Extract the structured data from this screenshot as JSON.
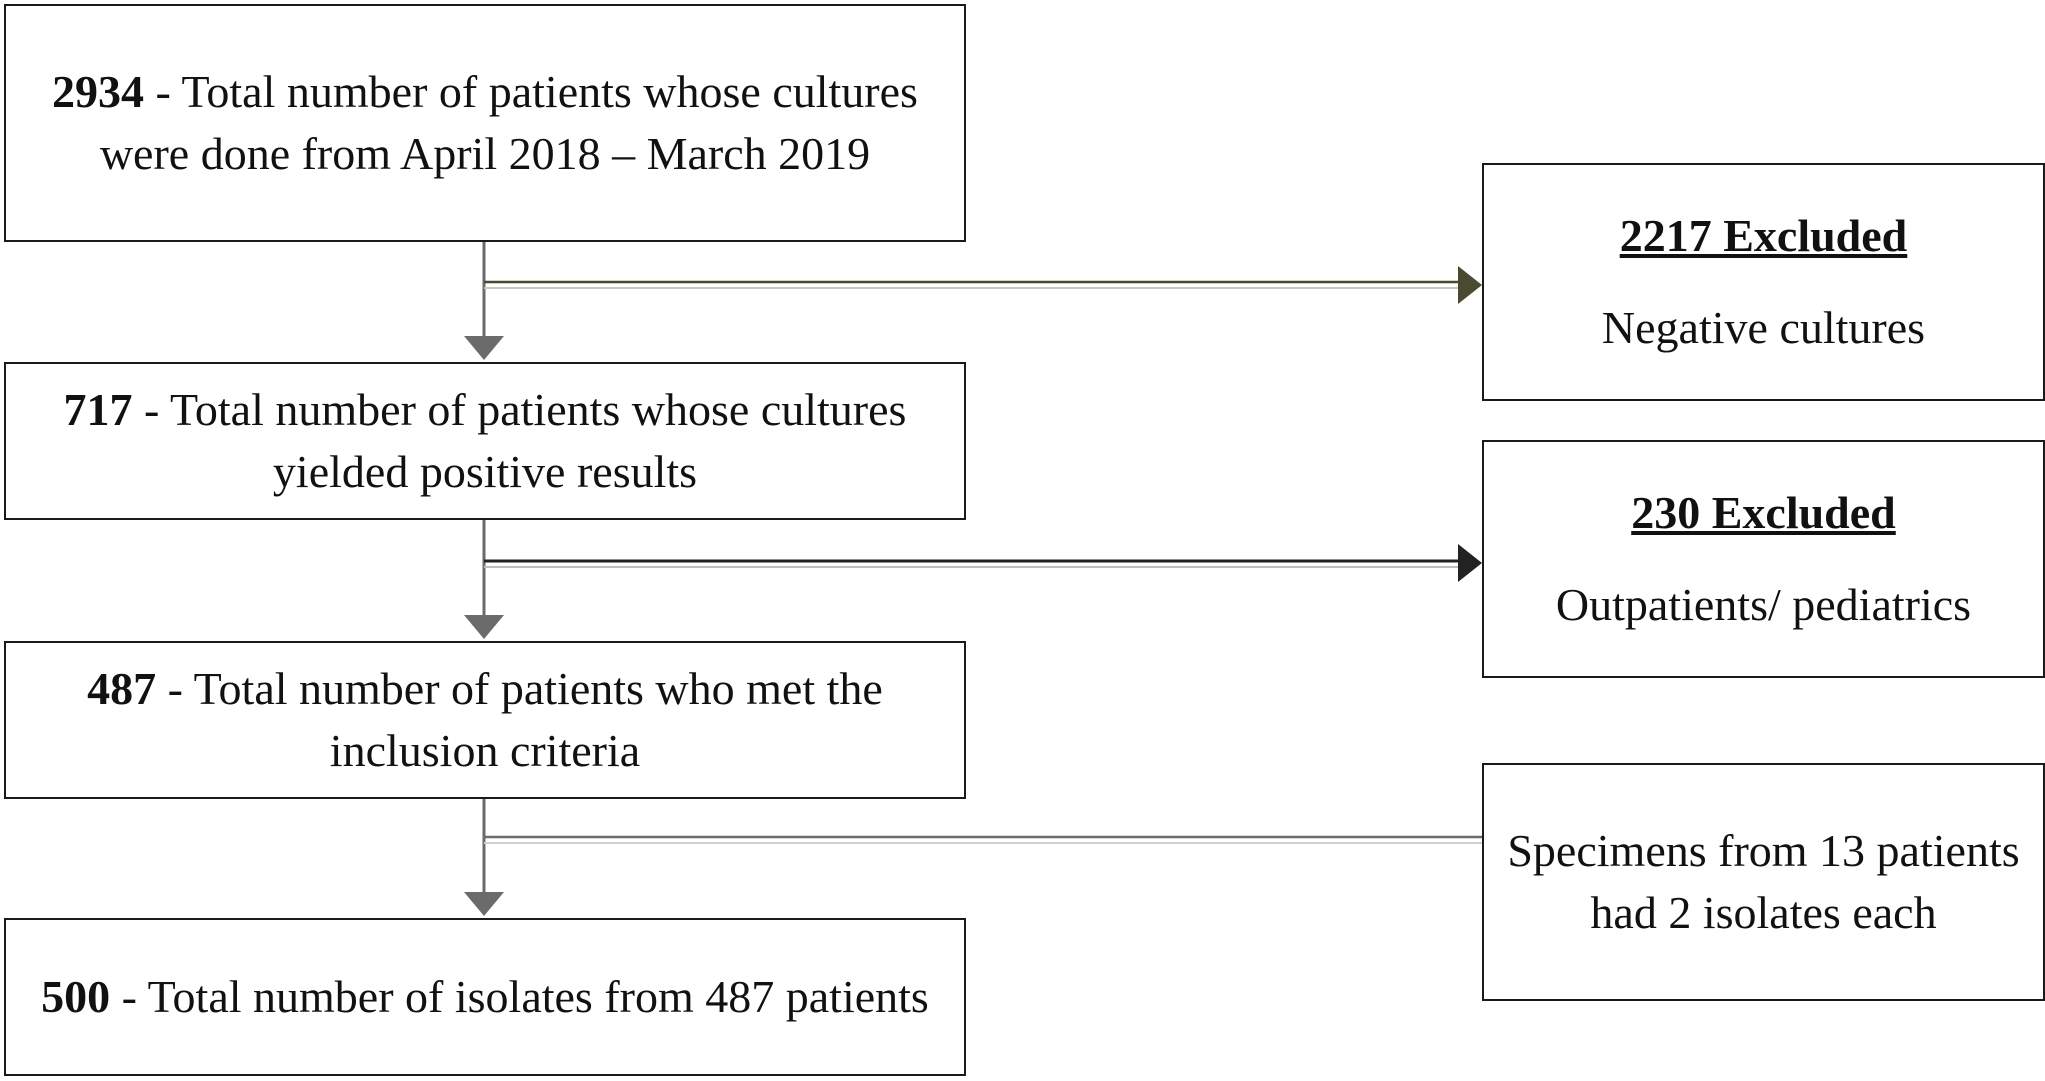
{
  "flow": {
    "step1": {
      "count": "2934",
      "text": " - Total number of patients whose cultures were done from April 2018 – March 2019"
    },
    "step2": {
      "count": "717",
      "text": " - Total number of patients whose cultures yielded positive results"
    },
    "step3": {
      "count": "487",
      "text": " - Total number of patients who met the inclusion criteria"
    },
    "step4": {
      "count": "500",
      "text": " - Total number of isolates from 487 patients"
    }
  },
  "exclusions": {
    "first": {
      "heading": "2217 Excluded",
      "reason": "Negative cultures"
    },
    "second": {
      "heading": "230 Excluded",
      "reason": "Outpatients/ pediatrics"
    }
  },
  "note": {
    "text": "Specimens from 13 patients had 2 isolates each"
  },
  "colors": {
    "box_border": "#1a1a1a",
    "connector": "#6b6b6b",
    "arrow_head_olive": "#4a4a30",
    "arrow_head_dark": "#222222"
  }
}
